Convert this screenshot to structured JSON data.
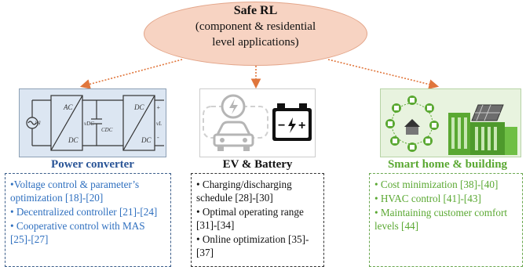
{
  "root": {
    "title": "Safe RL",
    "subtitle_line1": "(component & residential",
    "subtitle_line2": "level applications)"
  },
  "colors": {
    "ellipse_fill": "#f7d3c2",
    "arrow": "#e0763c",
    "blue_text": "#2e6fbf",
    "green_text": "#5aa832",
    "category_blue": "#2a5597"
  },
  "categories": [
    {
      "label": "Power converter",
      "color": "#2a5597",
      "items": [
        "•Voltage control & parameter’s optimization [18]-[20]",
        "• Decentralized controller [21]-[24]",
        "• Cooperative control with MAS [25]-[27]"
      ]
    },
    {
      "label": "EV & Battery",
      "color": "#111111",
      "items": [
        "• Charging/discharging schedule [28]-[30]",
        "• Optimal operating range [31]-[34]",
        "• Online optimization [35]-[37]"
      ]
    },
    {
      "label": "Smart home & building",
      "color": "#5aa832",
      "items": [
        "• Cost minimization [38]-[40]",
        "• HVAC control [41]-[43]",
        "• Maintaining customer comfort levels [44]"
      ]
    }
  ],
  "circuit_labels": {
    "ac": "AC",
    "dc1": "DC",
    "dc2": "DC",
    "dc3": "DC",
    "vg": "vg",
    "vdc": "vDC",
    "cdc": "CDC",
    "vl": "vL",
    "plus": "+",
    "minus": "-"
  },
  "battery_labels": {
    "minus": "−",
    "plus": "+"
  }
}
